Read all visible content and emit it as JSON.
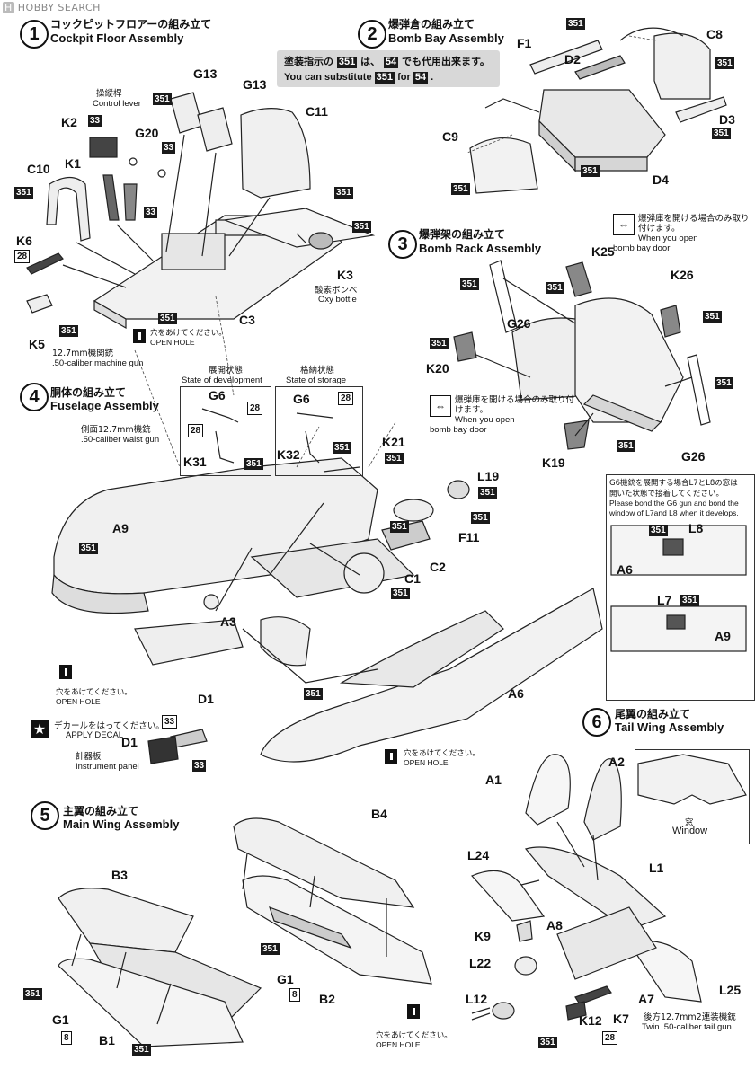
{
  "watermark": "HOBBY SEARCH",
  "steps": {
    "s1": {
      "num": "1",
      "title_jp": "コックピットフロアーの組み立て",
      "title_en": "Cockpit Floor Assembly"
    },
    "s2": {
      "num": "2",
      "title_jp": "爆弾倉の組み立て",
      "title_en": "Bomb Bay Assembly"
    },
    "s3": {
      "num": "3",
      "title_jp": "爆弾架の組み立て",
      "title_en": "Bomb Rack Assembly"
    },
    "s4": {
      "num": "4",
      "title_jp": "胴体の組み立て",
      "title_en": "Fuselage Assembly"
    },
    "s5": {
      "num": "5",
      "title_jp": "主翼の組み立て",
      "title_en": "Main Wing Assembly"
    },
    "s6": {
      "num": "6",
      "title_jp": "尾翼の組み立て",
      "title_en": "Tail Wing Assembly"
    }
  },
  "s1": {
    "parts": [
      "G13",
      "G13",
      "C11",
      "K2",
      "K1",
      "G20",
      "C10",
      "K6",
      "K5",
      "K3",
      "C3"
    ],
    "control_lever_jp": "操縦桿",
    "control_lever_en": "Control lever",
    "oxy_jp": "酸素ボンベ",
    "oxy_en": "Oxy bottle",
    "mg_jp": "12.7mm機関銃",
    "mg_en": ".50-caliber machine gun",
    "open_hole_jp": "穴をあけてください。",
    "open_hole_en": "OPEN HOLE"
  },
  "s2": {
    "note_jp_a": "塗装指示の",
    "note_jp_b": "は、",
    "note_jp_c": "でも代用出来ます。",
    "note_en_a": "You can substitute",
    "note_en_b": "for",
    "badge_a": "351",
    "badge_b": "54",
    "parts": [
      "F1",
      "D2",
      "C8",
      "C9",
      "D3",
      "D4"
    ]
  },
  "s3": {
    "parts": [
      "K25",
      "K26",
      "G26",
      "K20",
      "K19",
      "G26"
    ],
    "door_jp": "爆弾庫を開ける場合のみ取り付けます。",
    "door_en_1": "When you open",
    "door_en_2": "bomb bay door"
  },
  "s4": {
    "waist_jp": "側面12.7mm機銃",
    "waist_en": ".50-caliber waist gun",
    "dev_jp": "展開状態",
    "dev_en": "State of development",
    "sto_jp": "格納状態",
    "sto_en": "State of storage",
    "parts": [
      "G6",
      "K31",
      "G6",
      "K32",
      "K21",
      "L19",
      "F11",
      "C2",
      "C1",
      "A9",
      "A3",
      "D1",
      "A6",
      "D1"
    ],
    "decal_jp": "デカールをはってください。",
    "decal_en": "APPLY DECAL",
    "panel_jp": "計器板",
    "panel_en": "Instrument panel",
    "open_hole_jp": "穴をあけてください。",
    "open_hole_en": "OPEN HOLE",
    "side_note_jp_1": "G6機銃を展開する場合L7とL8の窓は",
    "side_note_jp_2": "開いた状態で接着してください。",
    "side_note_en_1": "Please bond the G6 gun and bond the",
    "side_note_en_2": "window of L7and L8 when it develops.",
    "side_parts": [
      "L8",
      "A6",
      "L7",
      "A9"
    ]
  },
  "s5": {
    "parts": [
      "B3",
      "B4",
      "G1",
      "B2",
      "G1",
      "B1"
    ],
    "open_hole_jp": "穴をあけてください。",
    "open_hole_en": "OPEN HOLE"
  },
  "s6": {
    "parts": [
      "A1",
      "A2",
      "L24",
      "L1",
      "K9",
      "A8",
      "L22",
      "L12",
      "A7",
      "K12",
      "K7",
      "L25"
    ],
    "window_jp": "窓",
    "window_en": "Window",
    "tailgun_jp": "後方12.7mm2連装機銃",
    "tailgun_en": "Twin .50-caliber tail gun"
  },
  "badges": {
    "b351": "351",
    "b33": "33",
    "b28": "28",
    "b8": "8",
    "b54": "54"
  }
}
